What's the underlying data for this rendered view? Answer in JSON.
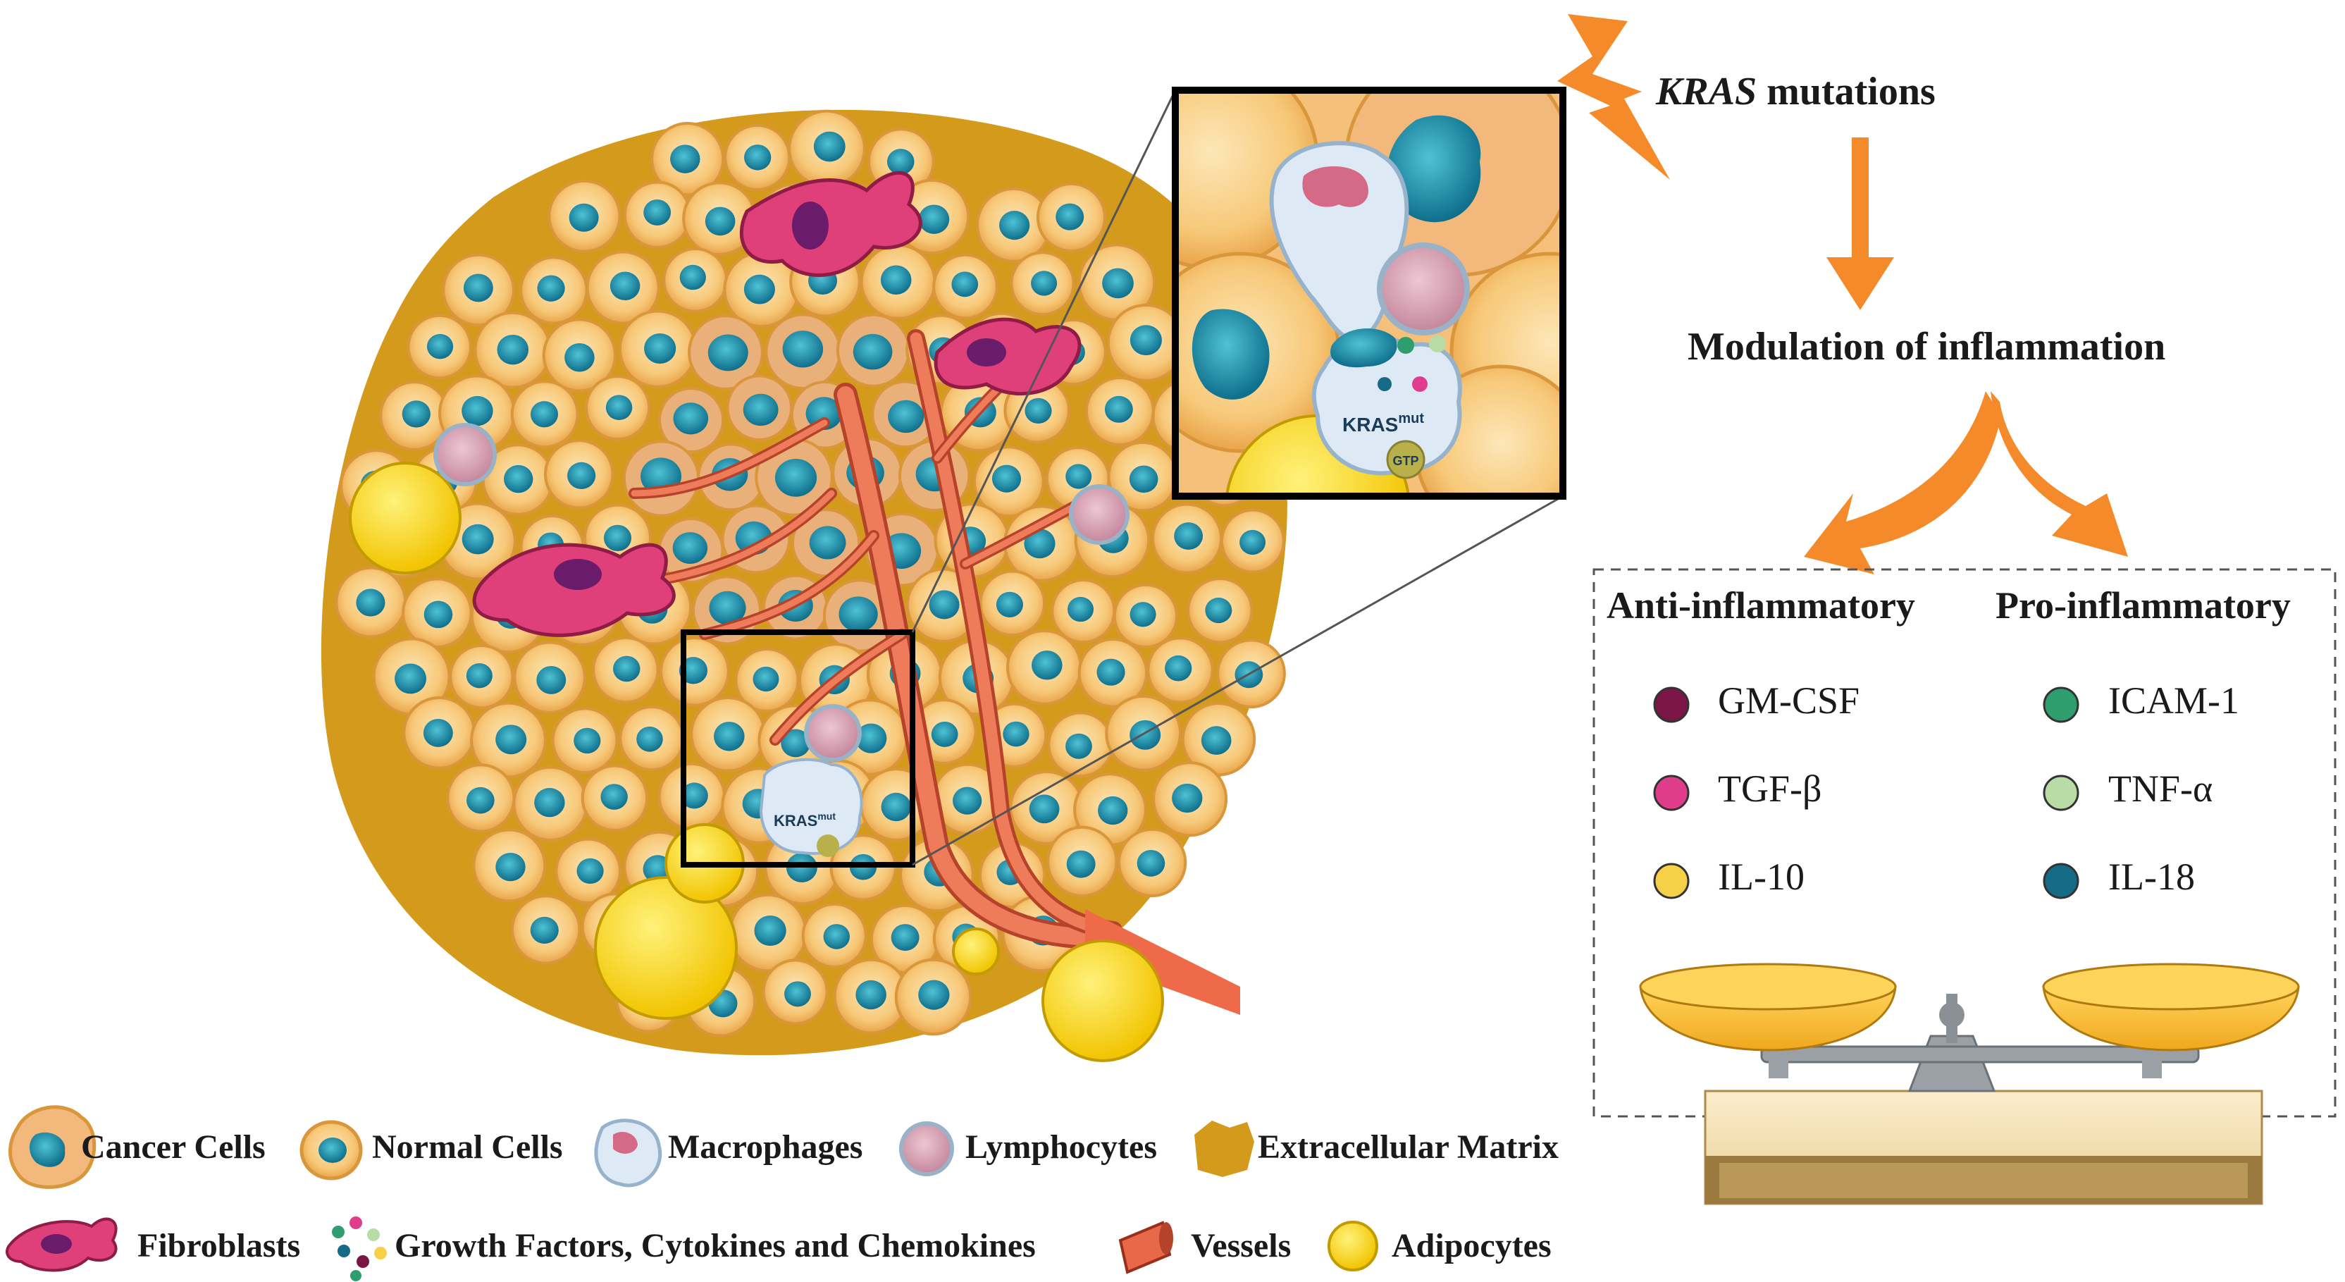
{
  "flow": {
    "kras_italic": "KRAS",
    "kras_rest": " mutations",
    "modulation": "Modulation of inflammation"
  },
  "callout": {
    "kras_main": "KRAS",
    "kras_sup": "mut",
    "gtp": "GTP"
  },
  "panel": {
    "anti_heading": "Anti-inflammatory",
    "pro_heading": "Pro-inflammatory",
    "anti_items": [
      {
        "label": "GM-CSF",
        "color": "#7a1545"
      },
      {
        "label": "TGF-β",
        "color": "#e03c8c"
      },
      {
        "label": "IL-10",
        "color": "#f7d04a"
      }
    ],
    "pro_items": [
      {
        "label": "ICAM-1",
        "color": "#2e9e6e"
      },
      {
        "label": "TNF-α",
        "color": "#b9dca6"
      },
      {
        "label": "IL-18",
        "color": "#156b86"
      }
    ]
  },
  "legend": {
    "row1": [
      "Cancer Cells",
      "Normal Cells",
      "Macrophages",
      "Lymphocytes",
      "Extracellular Matrix"
    ],
    "row2": [
      "Fibroblasts",
      "Growth Factors, Cytokines and Chemokines",
      "Vessels",
      "Adipocytes"
    ]
  },
  "colors": {
    "accent_orange": "#f58a2a",
    "matrix": "#d49a1c",
    "cell_orange": "#f5c07a",
    "cell_fill": "#f9d89a",
    "nucleus": "#1e8fa8",
    "fibroblast": "#e0407a",
    "vessel": "#e8684a",
    "adipocyte": "#f5d800",
    "lymphocyte": "#d9a7b8",
    "macrophage": "#dde9f4"
  }
}
